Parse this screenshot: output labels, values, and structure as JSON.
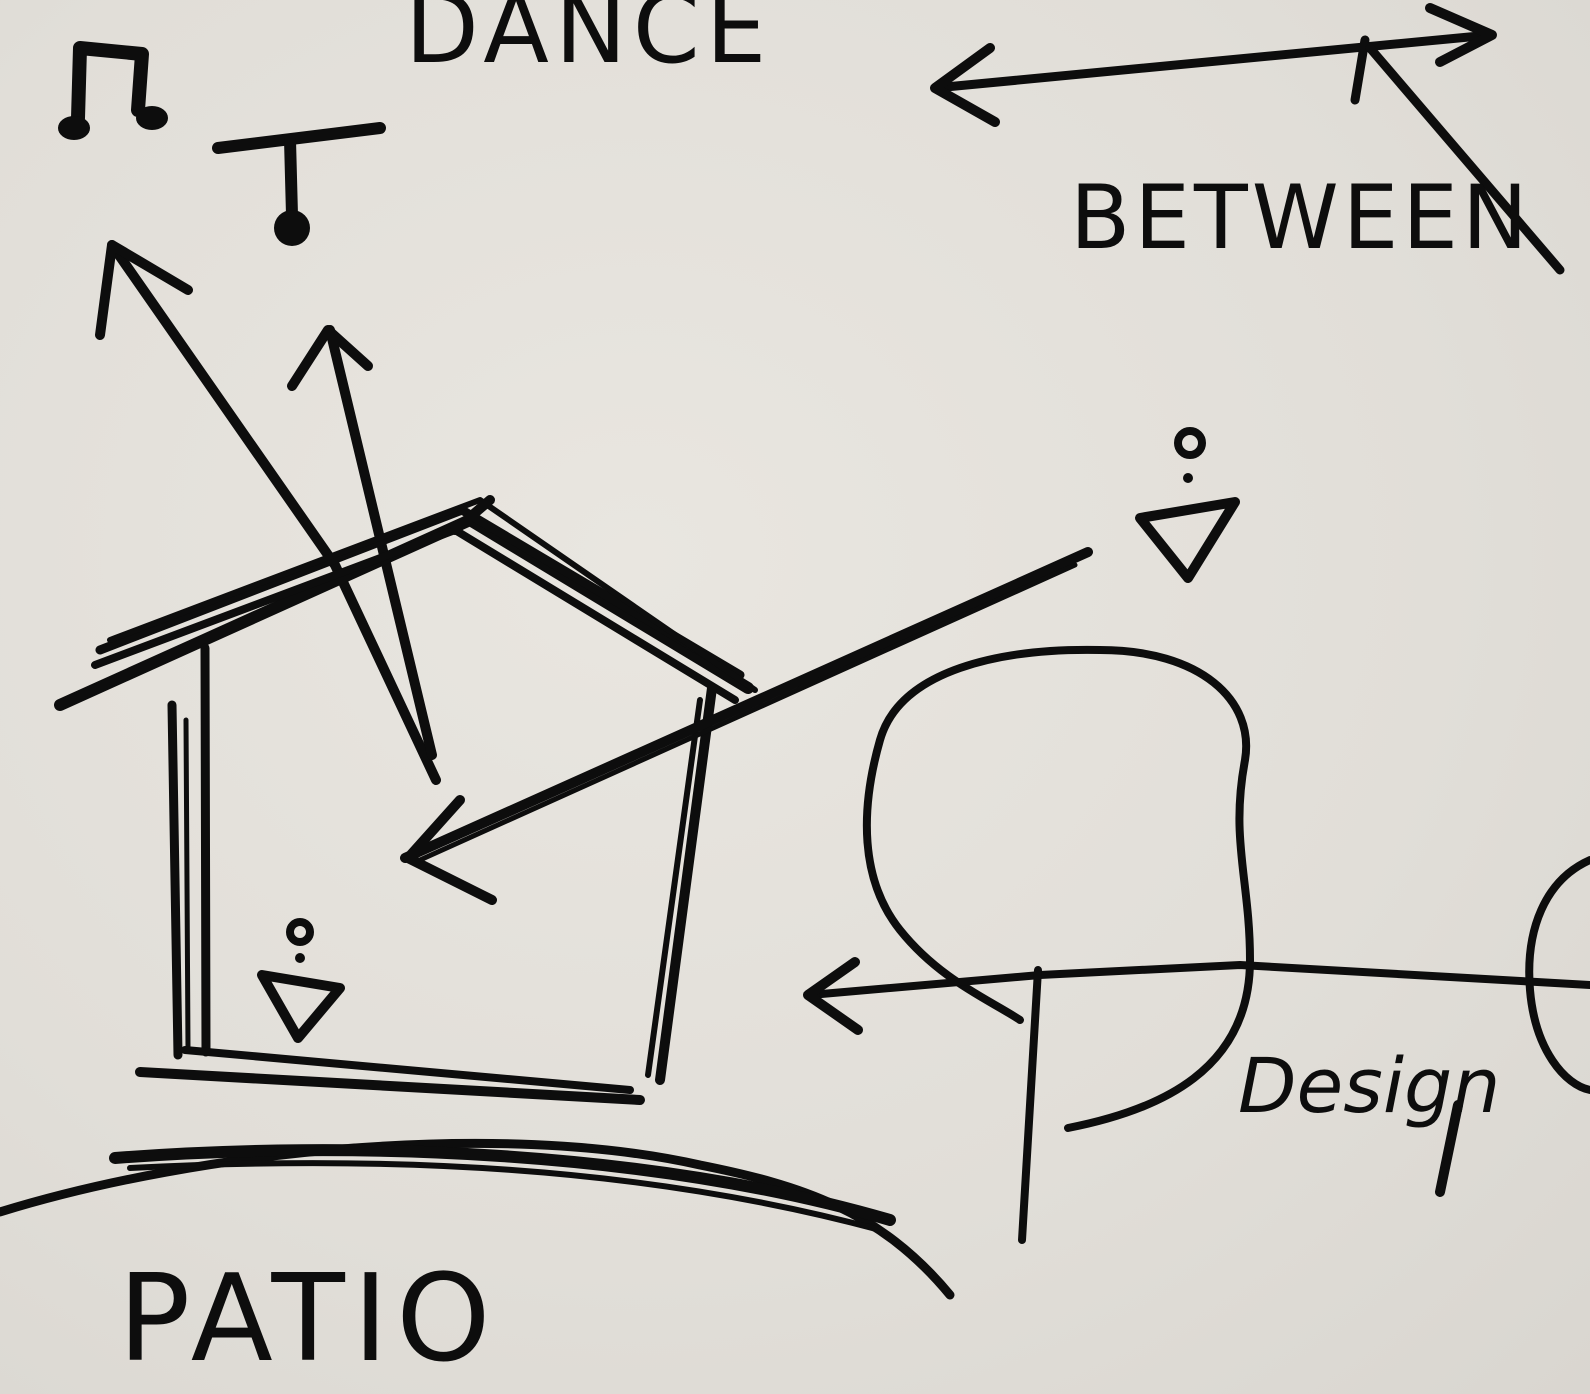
{
  "labels": {
    "dance": "DANCE",
    "between": "BETWEEN",
    "patio": "PATIO",
    "design": "Design"
  },
  "icons": [
    "music-note-icon",
    "microphone-icon",
    "person-icon",
    "person-icon"
  ],
  "colors": {
    "ink": "#0d0d0d",
    "paper": "#e4e1db"
  }
}
